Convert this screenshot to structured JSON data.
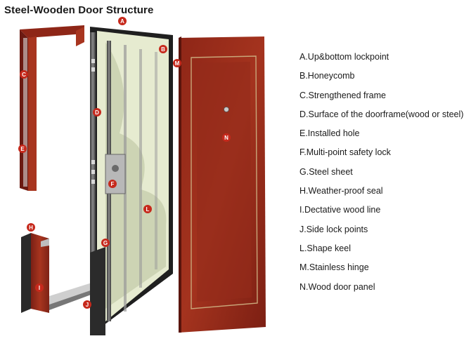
{
  "title": "Steel-Wooden Door Structure",
  "colors": {
    "wood_dark": "#6b1a12",
    "wood_mid": "#9a2c1d",
    "wood_light": "#b8432c",
    "steel_dark": "#2a2a2a",
    "honeycomb": "#dfe4c9",
    "marker": "#c6291c"
  },
  "markers": {
    "A": "A",
    "B": "B",
    "C": "C",
    "D": "D",
    "E": "E",
    "F": "F",
    "G": "G",
    "H": "H",
    "I": "I",
    "J": "J",
    "L": "L",
    "M": "M",
    "N": "N"
  },
  "legend": [
    "A.Up&bottom lockpoint",
    "B.Honeycomb",
    "C.Strengthened frame",
    "D.Surface of the doorframe(wood or steel)",
    "E.Installed hole",
    "F.Multi-point safety lock",
    "G.Steel sheet",
    "H.Weather-proof seal",
    "I.Dectative wood line",
    "J.Side lock points",
    "L.Shape keel",
    "M.Stainless hinge",
    "N.Wood door panel"
  ]
}
